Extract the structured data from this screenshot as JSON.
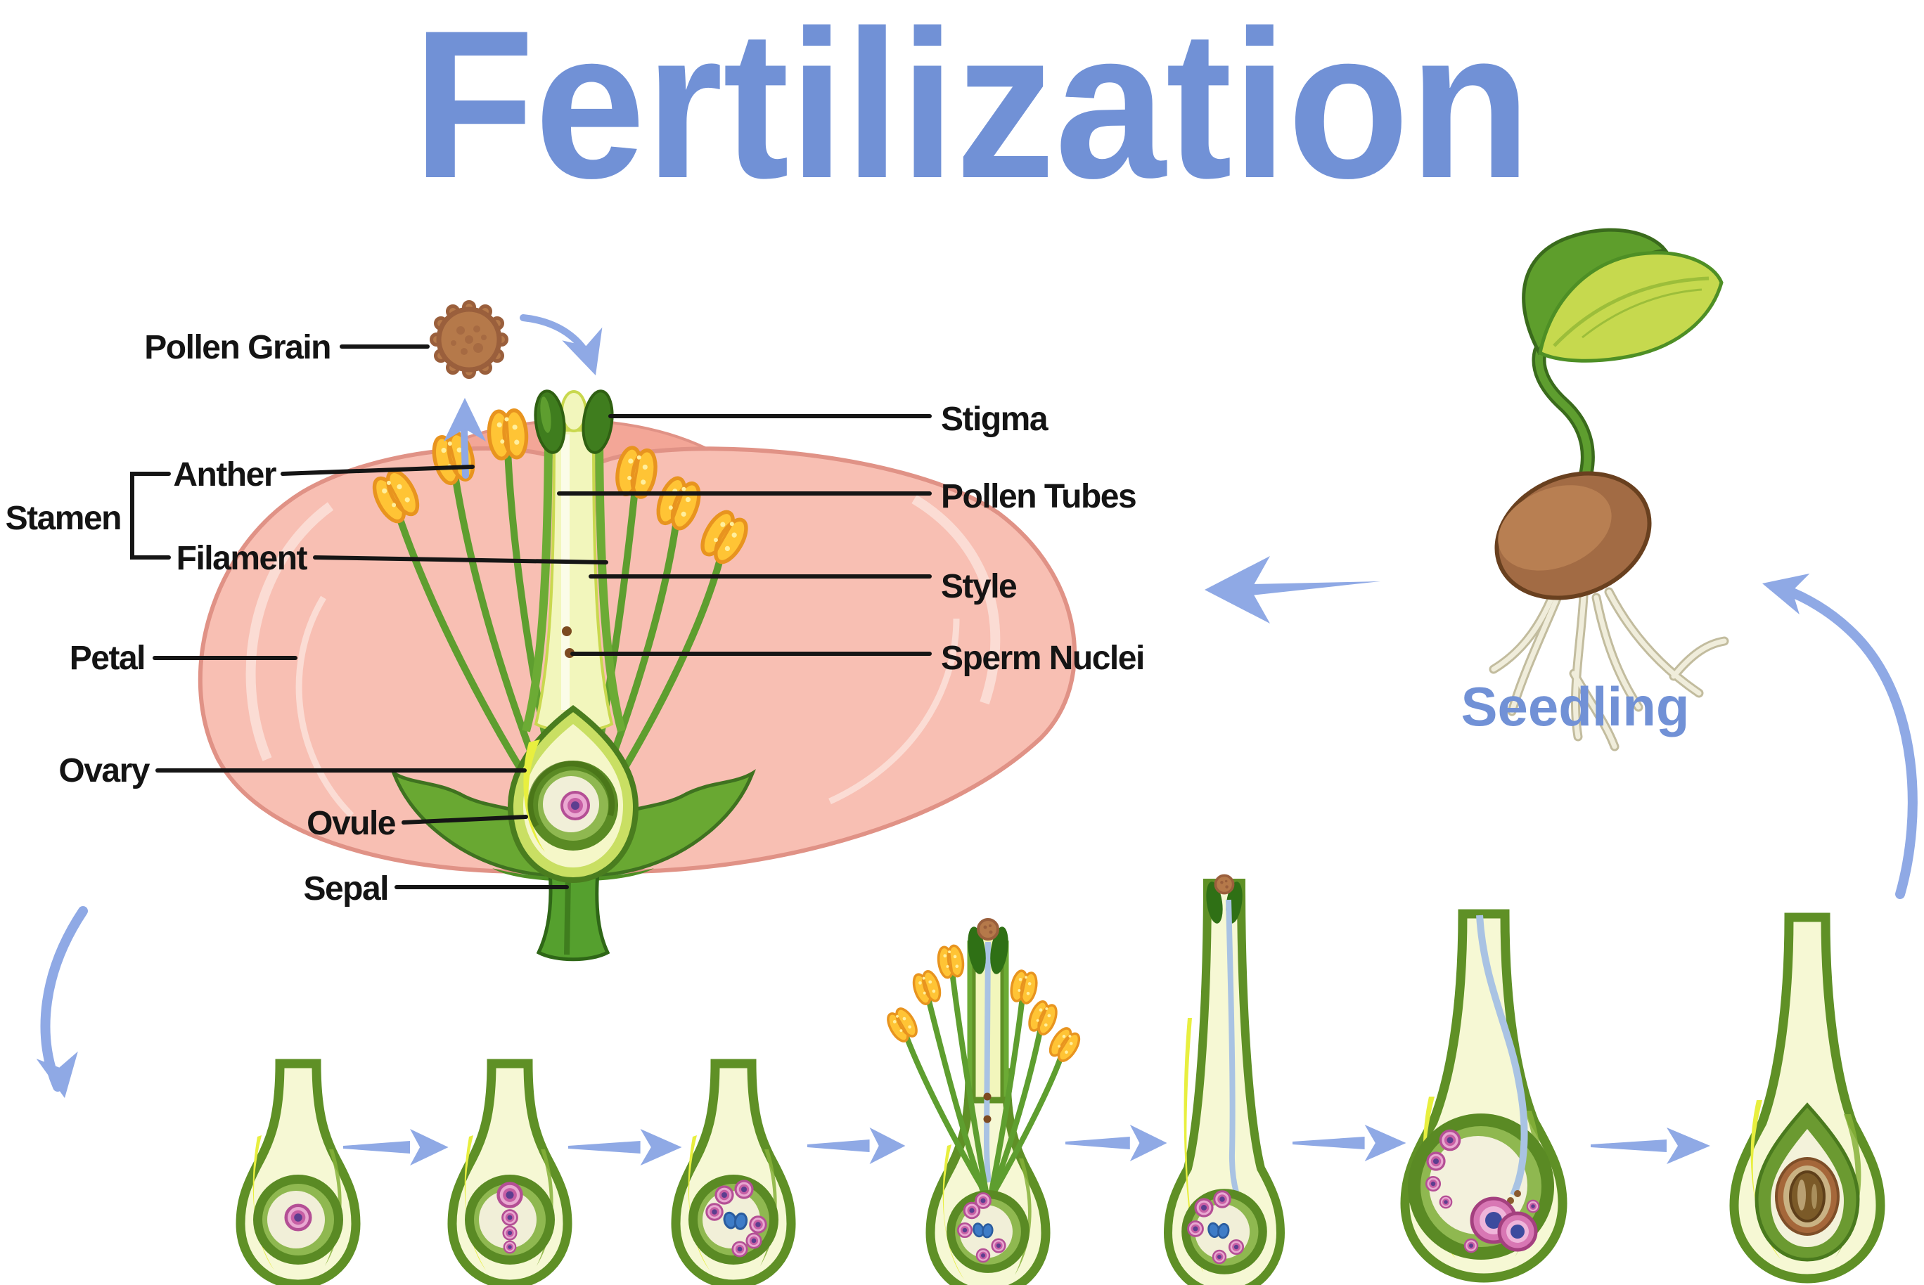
{
  "title": "Fertilization",
  "labels": {
    "pollen_grain": "Pollen Grain",
    "anther": "Anther",
    "stamen": "Stamen",
    "filament": "Filament",
    "petal": "Petal",
    "ovary": "Ovary",
    "ovule": "Ovule",
    "sepal": "Sepal",
    "stigma": "Stigma",
    "pollen_tubes": "Pollen Tubes",
    "style": "Style",
    "sperm_nuclei": "Sperm Nuclei"
  },
  "seedling": {
    "label": "Seedling"
  },
  "stages": [
    {
      "name": "ovule-with-egg-cell"
    },
    {
      "name": "ovule-cell-division"
    },
    {
      "name": "mature-embryo-sac"
    },
    {
      "name": "pollination-flower-with-stamens"
    },
    {
      "name": "pollen-tube-growth"
    },
    {
      "name": "fertilization-in-ovary"
    },
    {
      "name": "seed-formation"
    }
  ],
  "colors": {
    "title_blue": "#7191D6",
    "arrow_blue": "#8FA9E5",
    "label_black": "#141414",
    "petal_pink": "#F8BFB3",
    "petal_outline": "#E09286",
    "leaf_green": "#6CAB35",
    "dark_green": "#3F7D1E",
    "style_cream": "#F2F6BC",
    "anther_yellow": "#FFC435",
    "pollen_brown": "#B5794A",
    "tube_blue": "#A9C3E3",
    "cell_pink": "#C75FA5",
    "cell_blue": "#3E7CC7",
    "nucleus_purple": "#5C3E8F",
    "seed_brown": "#A26B44",
    "stage_cream": "#F6F8D4",
    "stage_yellow": "#E8EF3F"
  }
}
